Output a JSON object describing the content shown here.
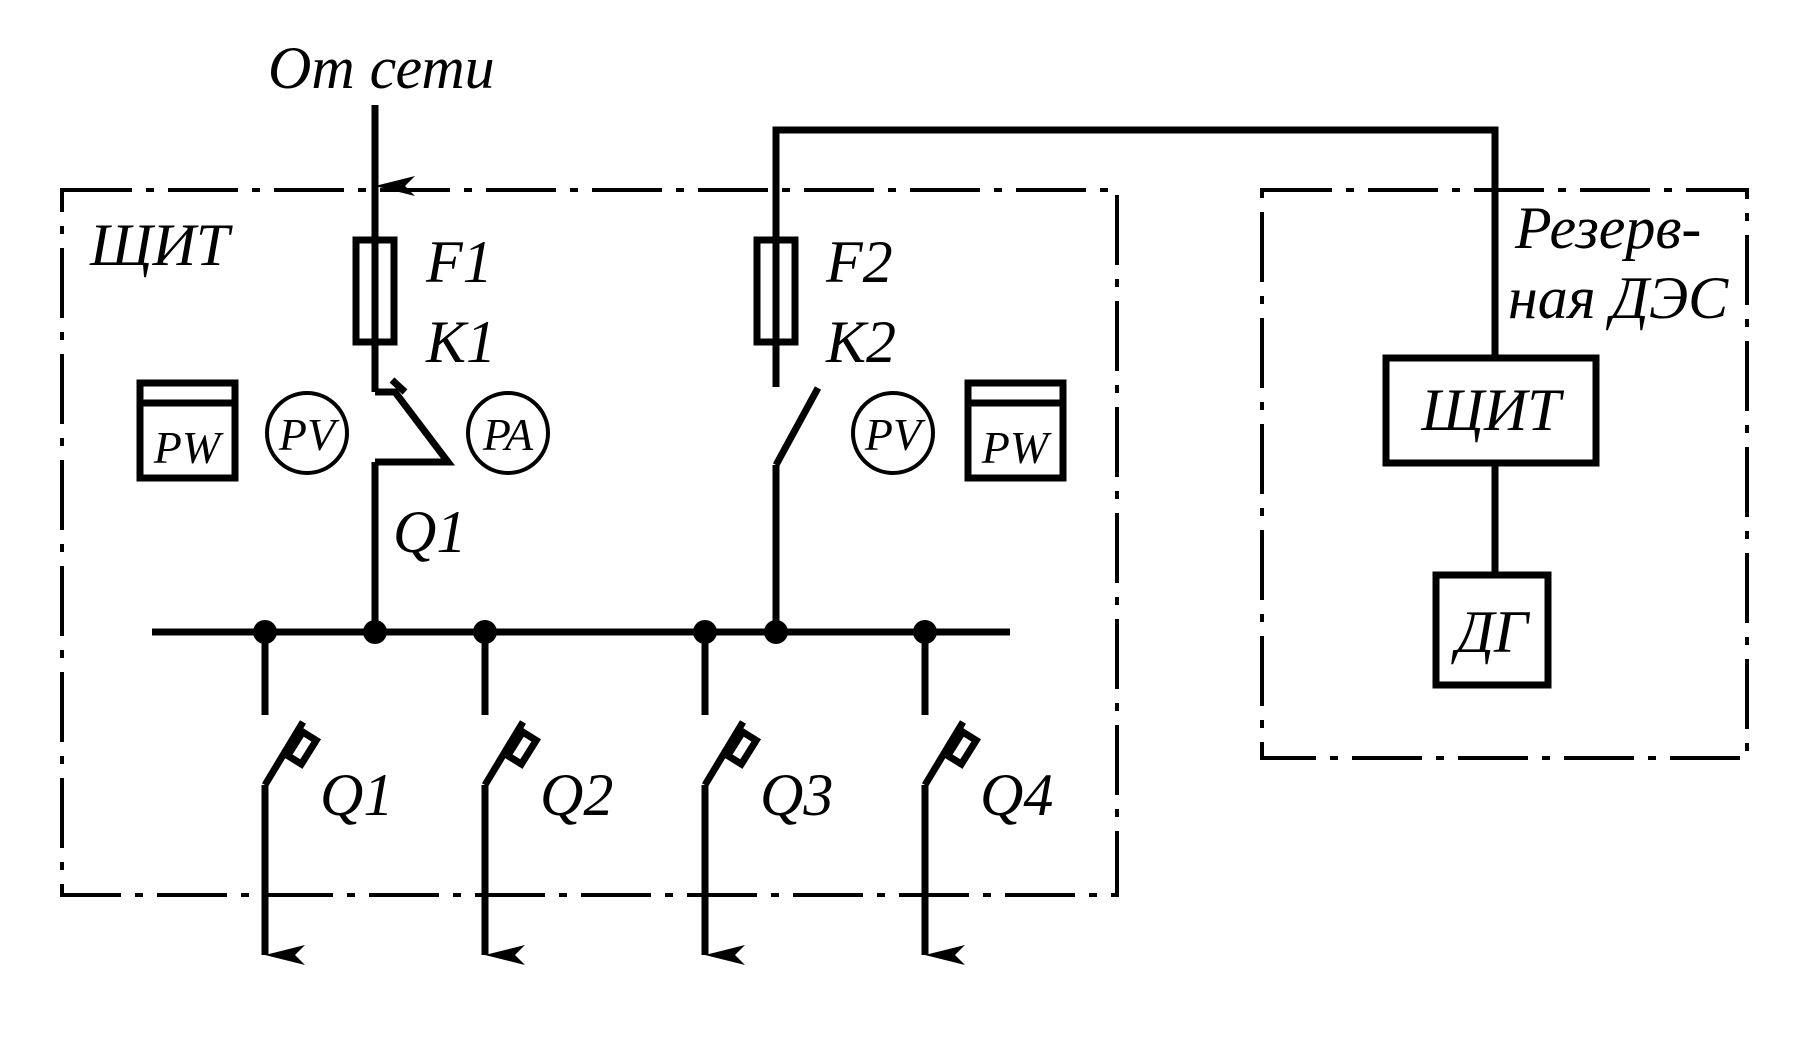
{
  "labels": {
    "from_grid": "От сети",
    "panel_main": "ЩИТ",
    "fuse_1": "F1",
    "contactor_1": "K1",
    "fuse_2": "F2",
    "contactor_2": "K2",
    "breaker_main": "Q1",
    "feeder_1": "Q1",
    "feeder_2": "Q2",
    "feeder_3": "Q3",
    "feeder_4": "Q4",
    "reserve_line1": "Резерв-",
    "reserve_line2": "ная ДЭС",
    "panel_reserve": "ЩИТ",
    "diesel_generator": "ДГ"
  },
  "instruments": {
    "wattmeter_left": "PW",
    "voltmeter_left": "PV",
    "ammeter": "PA",
    "voltmeter_right": "PV",
    "wattmeter_right": "PW"
  }
}
